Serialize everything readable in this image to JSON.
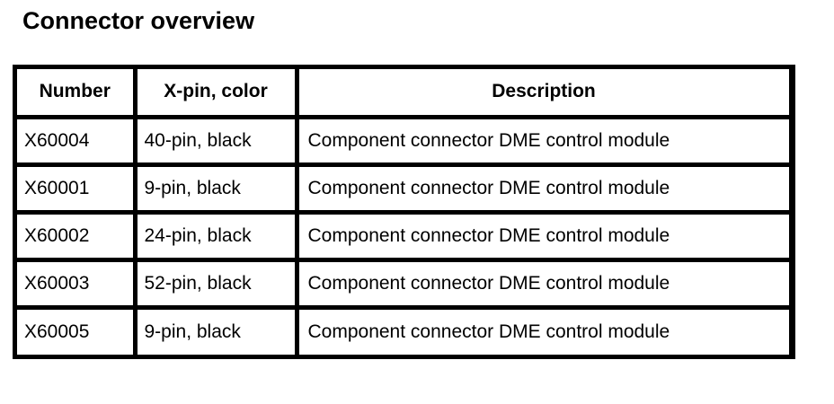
{
  "page": {
    "title": "Connector overview",
    "background_color": "#ffffff",
    "text_color": "#000000",
    "border_color": "#000000"
  },
  "table": {
    "columns": [
      {
        "key": "number",
        "label": "Number",
        "align": "center"
      },
      {
        "key": "xpin",
        "label": "X-pin, color",
        "align": "center"
      },
      {
        "key": "description",
        "label": "Description",
        "align": "center"
      }
    ],
    "rows": [
      {
        "number": "X60004",
        "xpin": "40-pin, black",
        "description": "Component connector DME control module"
      },
      {
        "number": "X60001",
        "xpin": "9-pin, black",
        "description": "Component connector DME control module"
      },
      {
        "number": "X60002",
        "xpin": "24-pin, black",
        "description": "Component connector DME control module"
      },
      {
        "number": "X60003",
        "xpin": "52-pin, black",
        "description": "Component connector DME control module"
      },
      {
        "number": "X60005",
        "xpin": "9-pin, black",
        "description": "Component connector DME control module"
      }
    ]
  }
}
